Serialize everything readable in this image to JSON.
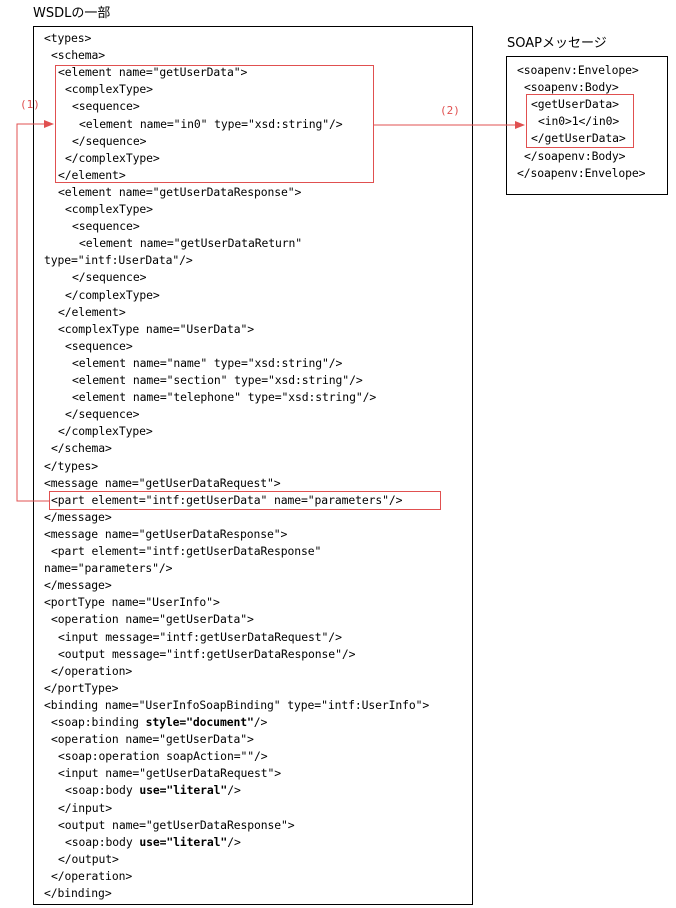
{
  "wsdl": {
    "title": "WSDLの一部",
    "lines": [
      {
        "indent": 0,
        "text": "<types>"
      },
      {
        "indent": 1,
        "text": "<schema>"
      },
      {
        "indent": 2,
        "text": "<element name=\"getUserData\">"
      },
      {
        "indent": 3,
        "text": "<complexType>"
      },
      {
        "indent": 4,
        "text": "<sequence>"
      },
      {
        "indent": 5,
        "text": "<element name=\"in0\" type=\"xsd:string\"/>"
      },
      {
        "indent": 4,
        "text": "</sequence>"
      },
      {
        "indent": 3,
        "text": "</complexType>"
      },
      {
        "indent": 2,
        "text": "</element>"
      },
      {
        "indent": 2,
        "text": "<element name=\"getUserDataResponse\">"
      },
      {
        "indent": 3,
        "text": "<complexType>"
      },
      {
        "indent": 4,
        "text": "<sequence>"
      },
      {
        "indent": 5,
        "text": "<element name=\"getUserDataReturn\""
      },
      {
        "indent": 0,
        "text": "type=\"intf:UserData\"/>"
      },
      {
        "indent": 4,
        "text": "</sequence>"
      },
      {
        "indent": 3,
        "text": "</complexType>"
      },
      {
        "indent": 2,
        "text": "</element>"
      },
      {
        "indent": 2,
        "text": "<complexType name=\"UserData\">"
      },
      {
        "indent": 3,
        "text": "<sequence>"
      },
      {
        "indent": 4,
        "text": "<element name=\"name\" type=\"xsd:string\"/>"
      },
      {
        "indent": 4,
        "text": "<element name=\"section\" type=\"xsd:string\"/>"
      },
      {
        "indent": 4,
        "text": "<element name=\"telephone\" type=\"xsd:string\"/>"
      },
      {
        "indent": 3,
        "text": "</sequence>"
      },
      {
        "indent": 2,
        "text": "</complexType>"
      },
      {
        "indent": 1,
        "text": "</schema>"
      },
      {
        "indent": 0,
        "text": "</types>"
      },
      {
        "indent": 0,
        "text": "<message name=\"getUserDataRequest\">"
      },
      {
        "indent": 1,
        "text": "<part element=\"intf:getUserData\" name=\"parameters\"/>"
      },
      {
        "indent": 0,
        "text": "</message>"
      },
      {
        "indent": 0,
        "text": "<message name=\"getUserDataResponse\">"
      },
      {
        "indent": 1,
        "text": "<part element=\"intf:getUserDataResponse\""
      },
      {
        "indent": 0,
        "text": "name=\"parameters\"/>"
      },
      {
        "indent": 0,
        "text": "</message>"
      },
      {
        "indent": 0,
        "text": "<portType name=\"UserInfo\">"
      },
      {
        "indent": 1,
        "text": "<operation name=\"getUserData\">"
      },
      {
        "indent": 2,
        "text": "<input message=\"intf:getUserDataRequest\"/>"
      },
      {
        "indent": 2,
        "text": "<output message=\"intf:getUserDataResponse\"/>"
      },
      {
        "indent": 1,
        "text": "</operation>"
      },
      {
        "indent": 0,
        "text": "</portType>"
      },
      {
        "indent": 0,
        "text": "<binding name=\"UserInfoSoapBinding\" type=\"intf:UserInfo\">"
      },
      {
        "indent": 1,
        "text": "<soap:binding ",
        "bold": "style=\"document\"",
        "after": "/>"
      },
      {
        "indent": 1,
        "text": "<operation name=\"getUserData\">"
      },
      {
        "indent": 2,
        "text": "<soap:operation soapAction=\"\"/>"
      },
      {
        "indent": 2,
        "text": "<input name=\"getUserDataRequest\">"
      },
      {
        "indent": 3,
        "text": "<soap:body ",
        "bold": "use=\"literal\"",
        "after": "/>"
      },
      {
        "indent": 2,
        "text": "</input>"
      },
      {
        "indent": 2,
        "text": "<output name=\"getUserDataResponse\">"
      },
      {
        "indent": 3,
        "text": "<soap:body ",
        "bold": "use=\"literal\"",
        "after": "/>"
      },
      {
        "indent": 2,
        "text": "</output>"
      },
      {
        "indent": 1,
        "text": "</operation>"
      },
      {
        "indent": 0,
        "text": "</binding>"
      }
    ]
  },
  "soap": {
    "title": "SOAPメッセージ",
    "lines": [
      {
        "indent": 0,
        "text": "<soapenv:Envelope>"
      },
      {
        "indent": 1,
        "text": "<soapenv:Body>"
      },
      {
        "indent": 2,
        "text": "<getUserData>"
      },
      {
        "indent": 3,
        "text": "<in0>1</in0>"
      },
      {
        "indent": 2,
        "text": "</getUserData>"
      },
      {
        "indent": 1,
        "text": "</soapenv:Body>"
      },
      {
        "indent": 0,
        "text": "</soapenv:Envelope>"
      }
    ]
  },
  "annotations": {
    "label_1": "(1)",
    "label_2": "(2)",
    "highlight_color": "#e05050"
  }
}
